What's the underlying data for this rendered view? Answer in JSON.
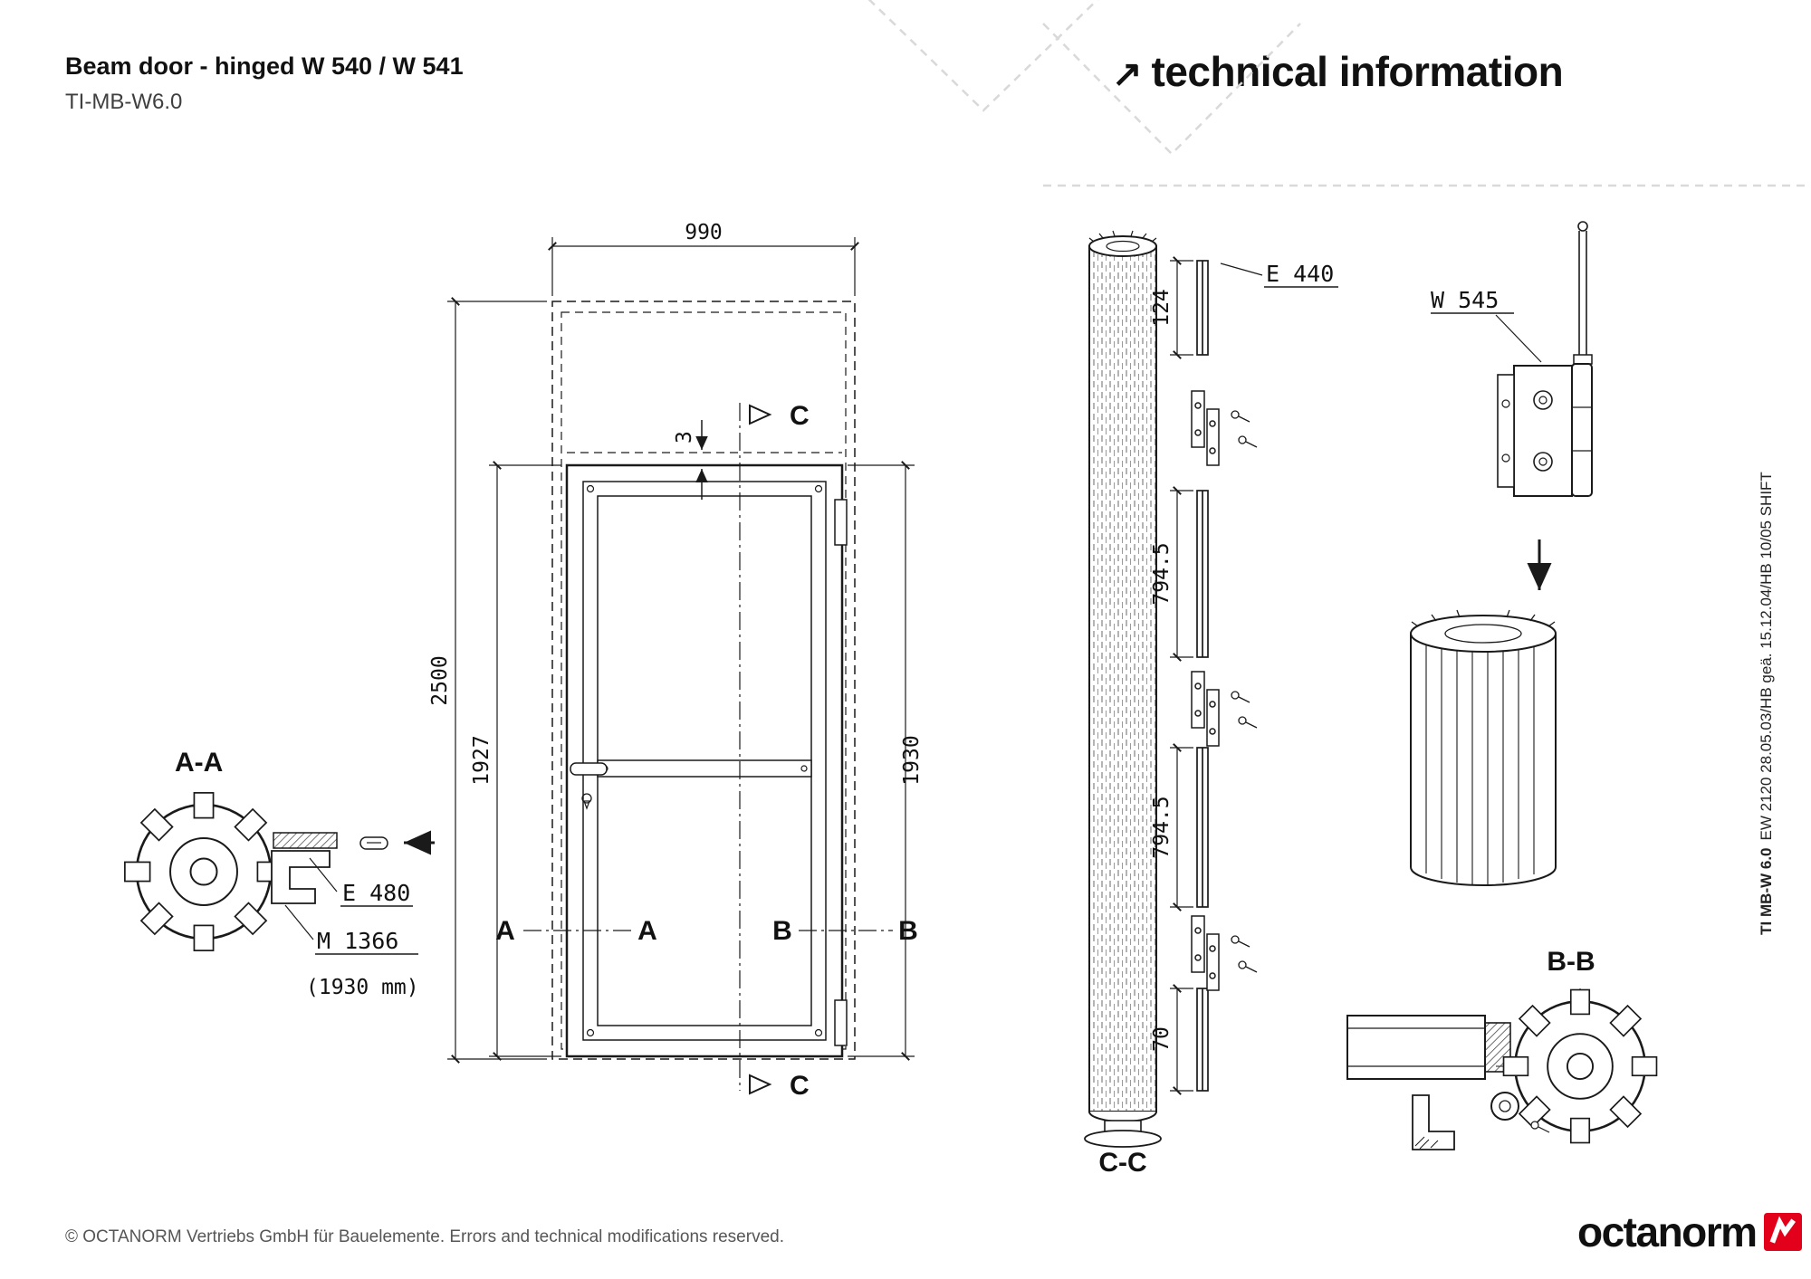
{
  "header": {
    "title": "Beam door - hinged W 540 / W 541",
    "doc_id": "TI-MB-W6.0",
    "heading_arrow": "↗",
    "heading": "technical information"
  },
  "door_view": {
    "dim_width": "990",
    "dim_total_height": "2500",
    "dim_leaf_height_left": "1927",
    "dim_leaf_height_right": "1930",
    "dim_top_gap": "3",
    "section_a": "A",
    "section_b": "B",
    "section_c": "C"
  },
  "section_aa": {
    "title": "A-A",
    "label_e480": "E 480",
    "label_m1366": "M 1366",
    "note": "(1930 mm)"
  },
  "beam_view": {
    "title": "C-C",
    "label_e440": "E 440",
    "dim_top": "124",
    "dim_mid1": "794.5",
    "dim_mid2": "794.5",
    "dim_bottom": "70"
  },
  "hinge_view": {
    "label_w545": "W 545"
  },
  "section_bb": {
    "title": "B-B"
  },
  "side_note": {
    "bold": "TI MB-W 6.0",
    "rest": "EW 2120 28.05.03/HB geä. 15.12.04/HB 10/05 SHIFT"
  },
  "footer": {
    "copyright": "© OCTANORM Vertriebs GmbH für Bauelemente. Errors and technical modifications reserved.",
    "logo_text": "octanorm"
  },
  "colors": {
    "accent_red": "#e2001a",
    "line": "#1a1a1a",
    "muted": "#565656",
    "watermark": "#d9d9d9"
  }
}
